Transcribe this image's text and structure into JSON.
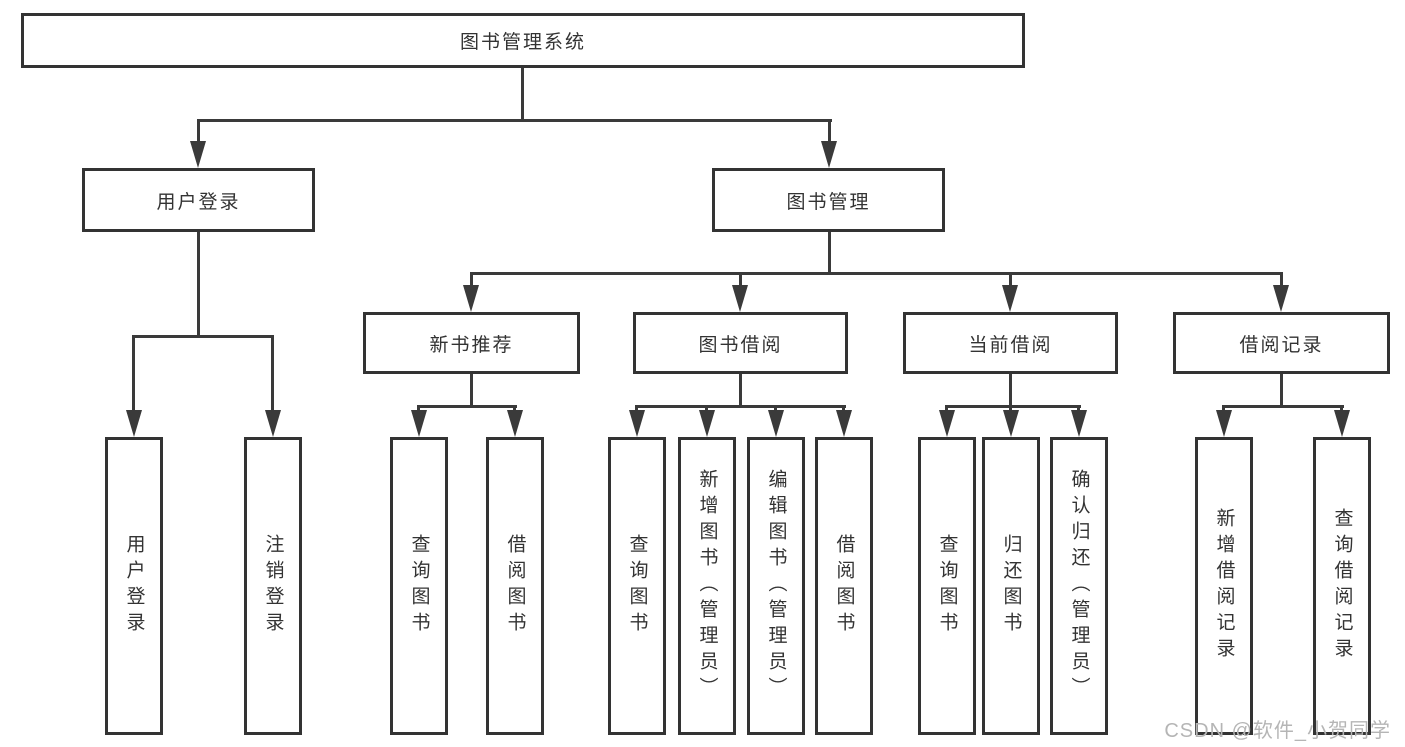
{
  "colors": {
    "line": "#3a3a3a",
    "border": "#333333",
    "text": "#333333",
    "bg": "#ffffff",
    "watermark": "#b5b5b5"
  },
  "watermark": {
    "text": "CSDN @软件_小贺同学"
  },
  "tree": {
    "label": "图书管理系统",
    "children": [
      {
        "label": "用户登录",
        "children": [
          {
            "label": "用户登录"
          },
          {
            "label": "注销登录"
          }
        ]
      },
      {
        "label": "图书管理",
        "children": [
          {
            "label": "新书推荐",
            "children": [
              {
                "label": "查询图书"
              },
              {
                "label": "借阅图书"
              }
            ]
          },
          {
            "label": "图书借阅",
            "children": [
              {
                "label": "查询图书"
              },
              {
                "label": "新增图书（管理员）"
              },
              {
                "label": "编辑图书（管理员）"
              },
              {
                "label": "借阅图书"
              }
            ]
          },
          {
            "label": "当前借阅",
            "children": [
              {
                "label": "查询图书"
              },
              {
                "label": "归还图书"
              },
              {
                "label": "确认归还（管理员）"
              }
            ]
          },
          {
            "label": "借阅记录",
            "children": [
              {
                "label": "新增借阅记录"
              },
              {
                "label": "查询借阅记录"
              }
            ]
          }
        ]
      }
    ]
  }
}
